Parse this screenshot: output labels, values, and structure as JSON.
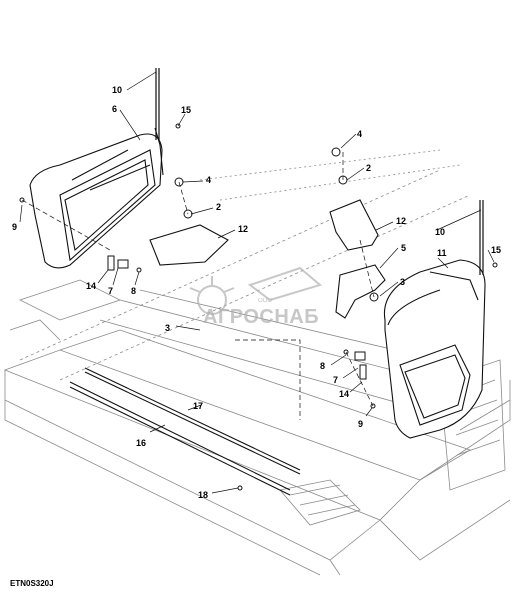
{
  "figure": {
    "reference_code": "ETN0S320J",
    "watermark": {
      "company_prefix": "ООО",
      "company_name": "АГРОСНАБ"
    }
  },
  "callouts": {
    "c2a": "2",
    "c2b": "2",
    "c3a": "3",
    "c3b": "3",
    "c4a": "4",
    "c4b": "4",
    "c5": "5",
    "c6": "6",
    "c7a": "7",
    "c7b": "7",
    "c8a": "8",
    "c8b": "8",
    "c9a": "9",
    "c9b": "9",
    "c10a": "10",
    "c10b": "10",
    "c11": "11",
    "c12a": "12",
    "c12b": "12",
    "c14a": "14",
    "c14b": "14",
    "c15a": "15",
    "c15b": "15",
    "c16": "16",
    "c17": "17",
    "c18": "18"
  },
  "colors": {
    "line": "#111111",
    "frame_line": "#8a8a8a",
    "watermark": "#b0b0b0"
  }
}
